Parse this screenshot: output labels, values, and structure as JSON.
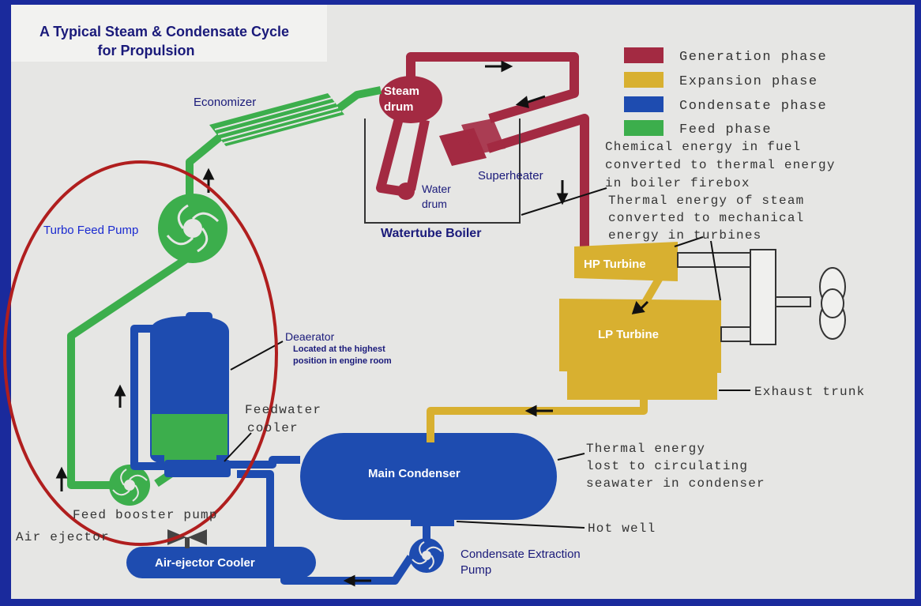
{
  "title_line1": "A Typical Steam & Condensate Cycle",
  "title_line2": "for Propulsion",
  "colors": {
    "frame": "#1a2a9c",
    "paper": "#e6e6e4",
    "generation": "#a32a42",
    "expansion": "#d8b030",
    "condensate": "#1e4cb0",
    "feed": "#3cae4c",
    "highlight_ring": "#b01e1e",
    "label_dark": "#1a1a7a"
  },
  "legend": [
    {
      "label": "Generation phase",
      "color_key": "generation"
    },
    {
      "label": "Expansion phase",
      "color_key": "expansion"
    },
    {
      "label": "Condensate phase",
      "color_key": "condensate"
    },
    {
      "label": "Feed phase",
      "color_key": "feed"
    }
  ],
  "notes": {
    "chemical": [
      "Chemical energy in fuel",
      "converted to thermal energy",
      "in boiler firebox"
    ],
    "thermal_mech": [
      "Thermal energy of steam",
      "converted to mechanical",
      "energy in turbines"
    ],
    "thermal_lost": [
      "Thermal energy",
      "lost to circulating",
      "seawater in condenser"
    ]
  },
  "labels": {
    "economizer": "Economizer",
    "steam_drum_1": "Steam",
    "steam_drum_2": "drum",
    "water_drum_1": "Water",
    "water_drum_2": "drum",
    "superheater": "Superheater",
    "watertube_boiler": "Watertube Boiler",
    "turbo_feed_pump": "Turbo Feed Pump",
    "deaerator": "Deaerator",
    "deaerator_note_1": "Located at the highest",
    "deaerator_note_2": "position in engine room",
    "feedwater_cooler_1": "Feedwater",
    "feedwater_cooler_2": "cooler",
    "feed_booster_pump": "Feed booster pump",
    "air_ejector": "Air ejector",
    "air_ejector_cooler": "Air-ejector Cooler",
    "hp_turbine": "HP Turbine",
    "lp_turbine": "LP Turbine",
    "exhaust_trunk": "Exhaust trunk",
    "main_condenser": "Main Condenser",
    "hot_well": "Hot well",
    "condensate_pump_1": "Condensate Extraction",
    "condensate_pump_2": "Pump"
  }
}
